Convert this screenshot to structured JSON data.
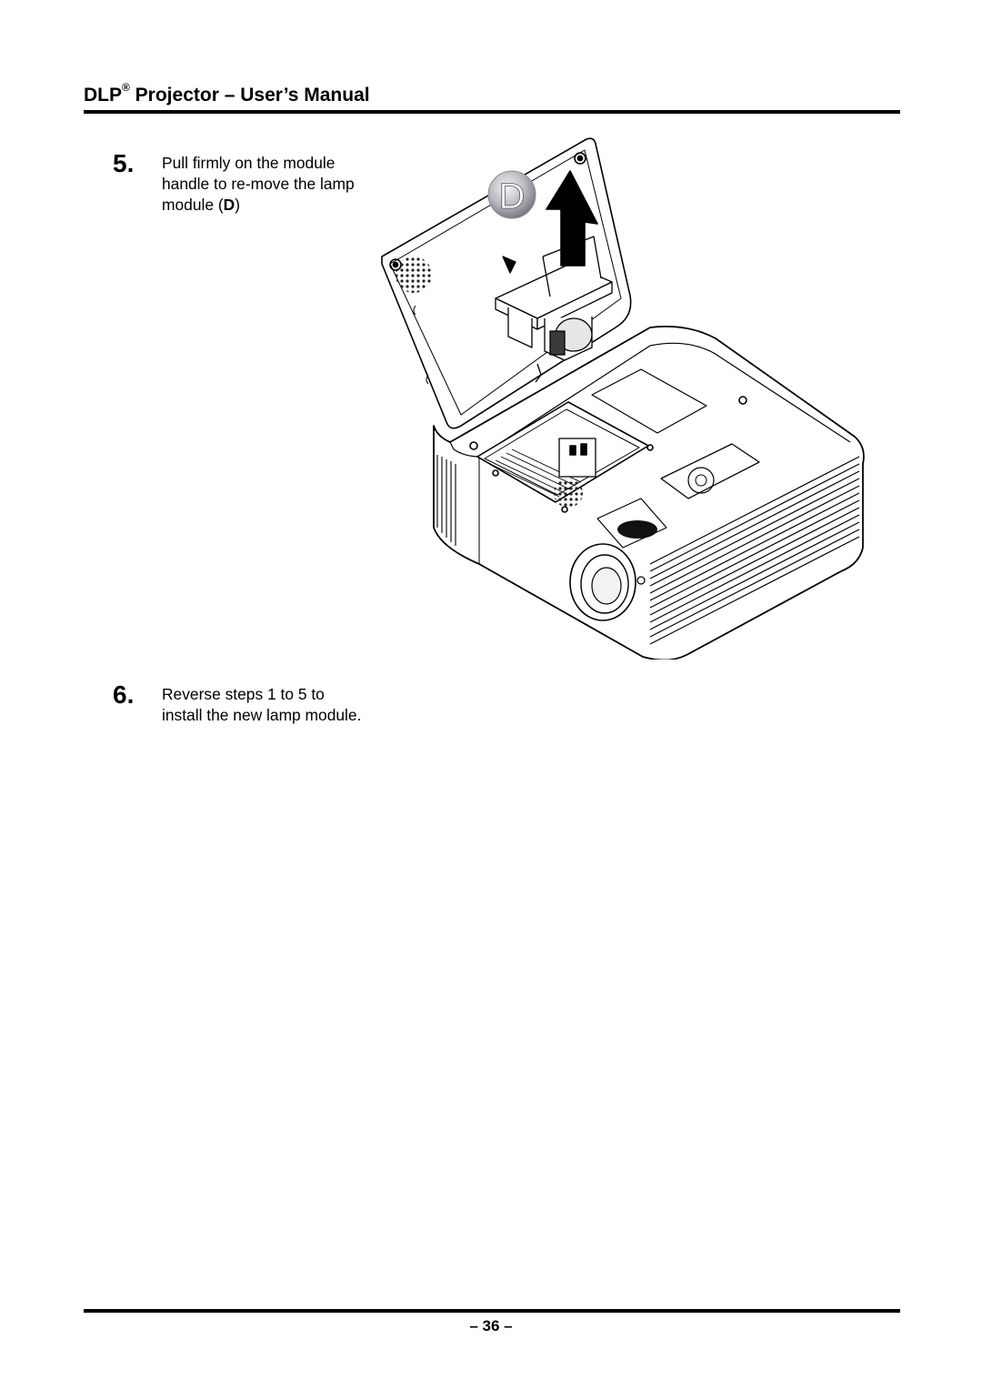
{
  "header": {
    "brand": "DLP",
    "registered_mark": "®",
    "title_rest": " Projector – User’s Manual"
  },
  "steps": [
    {
      "number": "5.",
      "text": "Pull firmly on the module handle to re-move the lamp module (",
      "bold_ref": "D",
      "text_end": ")"
    },
    {
      "number": "6.",
      "text": "Reverse steps 1 to 5 to install the new lamp module."
    }
  ],
  "figure": {
    "callout_label": "D",
    "icon": "projector-lamp-removal-illustration"
  },
  "footer": {
    "page_number": "– 36 –"
  }
}
